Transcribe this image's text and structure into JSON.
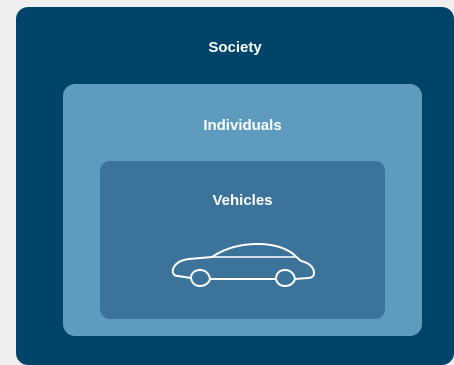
{
  "diagram": {
    "outer": {
      "label": "Society",
      "color": "#004469"
    },
    "middle": {
      "label": "Individuals",
      "color": "#5e9bbf"
    },
    "inner": {
      "label": "Vehicles",
      "color": "#3b739b",
      "icon": "car-icon"
    },
    "background_color": "#efefef",
    "text_color": "#ffffff"
  }
}
